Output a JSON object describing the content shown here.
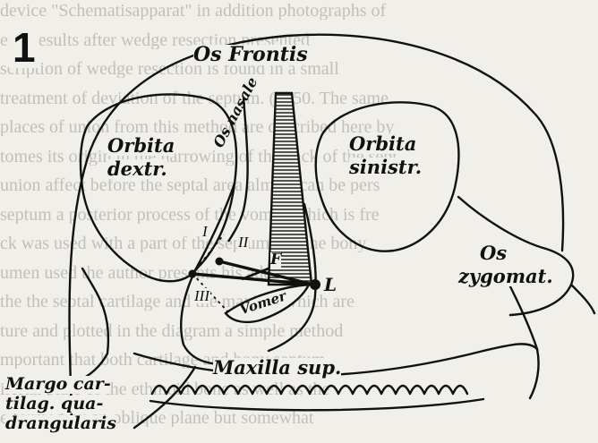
{
  "figure_number": "1",
  "background_text_lines": [
    "device \"Schematisapparat\" in addition photographs of",
    "erm results after wedge resection presented",
    "scription of wedge resection is found in a small",
    "treatment of deviation of the septum. (1950. The same",
    "places of union from this method are described here by",
    "tomes its origin in the narrowing of the back of the sept",
    "union affect before the septal area almost can be pers",
    "septum a posterior process of the vomer, which is fre",
    "ck was used with a part of the septum and the bony",
    "umen used the author presents his additional",
    "the the septal cartilage and the maxilla, which are",
    "ture and plotted in the diagram a simple method",
    "mportant that both cartilage and bony septum",
    "ileftal plate of the ethmoid bone as well as the",
    "e formed by an oblique plane but somewhat"
  ],
  "labels": {
    "os_frontis": "Os Frontis",
    "os_nasale": "Os nasale",
    "orbita_dextr_line1": "Orbita",
    "orbita_dextr_line2": "dextr.",
    "orbita_sinistr_line1": "Orbita",
    "orbita_sinistr_line2": "sinistr.",
    "os_zygomat_line1": "Os",
    "os_zygomat_line2": "zygomat.",
    "vomer": "Vomer",
    "maxilla_sup": "Maxilla sup.",
    "margo_line1": "Margo car-",
    "margo_line2": "tilag. qua-",
    "margo_line3": "drangularis",
    "point_f": "F",
    "point_l": "L",
    "roman_i": "I",
    "roman_ii": "II",
    "roman_iii": "III"
  },
  "colors": {
    "paper": "#f1efe9",
    "ink": "#111111",
    "background_print": "#9a9892"
  }
}
